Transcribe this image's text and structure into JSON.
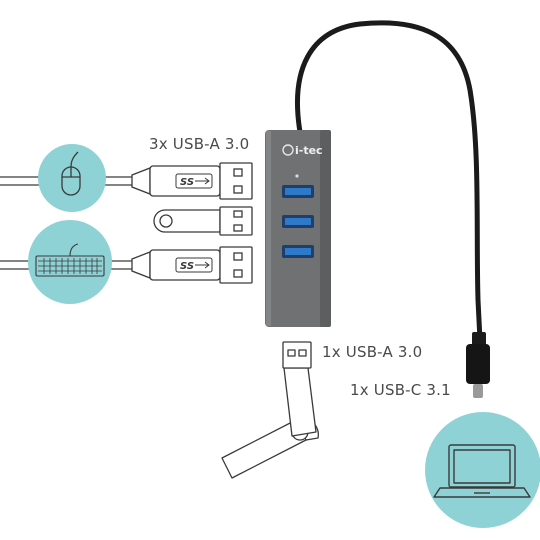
{
  "labels": {
    "three_usb_a": "3x USB-A 3.0",
    "one_usb_a": "1x USB-A 3.0",
    "one_usb_c": "1x USB-C 3.1"
  },
  "hub": {
    "brand": "i-tec",
    "port_count": 3,
    "body_color": "#6f7173",
    "port_color": "#2f79c9"
  },
  "plug_marking": "SS",
  "colors": {
    "accent_circle": "#8fd2d6",
    "line": "#3a3a3a",
    "cable": "#1b1b1b"
  },
  "icons": {
    "mouse": "mouse-icon",
    "keyboard": "keyboard-icon",
    "laptop": "laptop-icon"
  }
}
